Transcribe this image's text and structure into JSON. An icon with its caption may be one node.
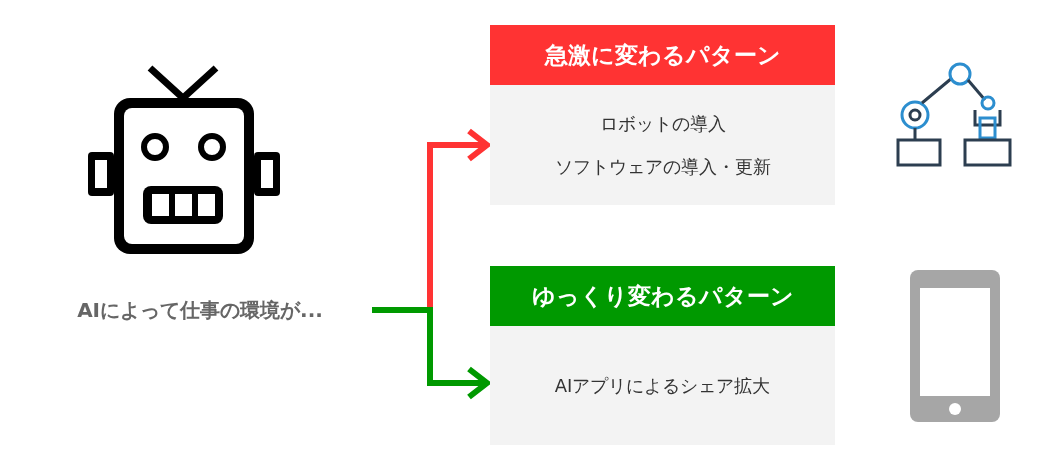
{
  "diagram": {
    "nodes": [
      {
        "text": [
          "AIによって仕事の環境が..."
        ]
      },
      {
        "text": [
          "急激に変わるパターン",
          "ロボットの導入",
          "ソフトウェアの導入・更新"
        ]
      },
      {
        "text": [
          "ゆっくり変わるパターン",
          "AIアプリによるシェア拡大"
        ]
      }
    ],
    "edges": [
      {
        "from": 0,
        "to": 1,
        "arrow": "to",
        "color": "#ff3333"
      },
      {
        "from": 0,
        "to": 2,
        "arrow": "to",
        "color": "#009900"
      }
    ]
  }
}
